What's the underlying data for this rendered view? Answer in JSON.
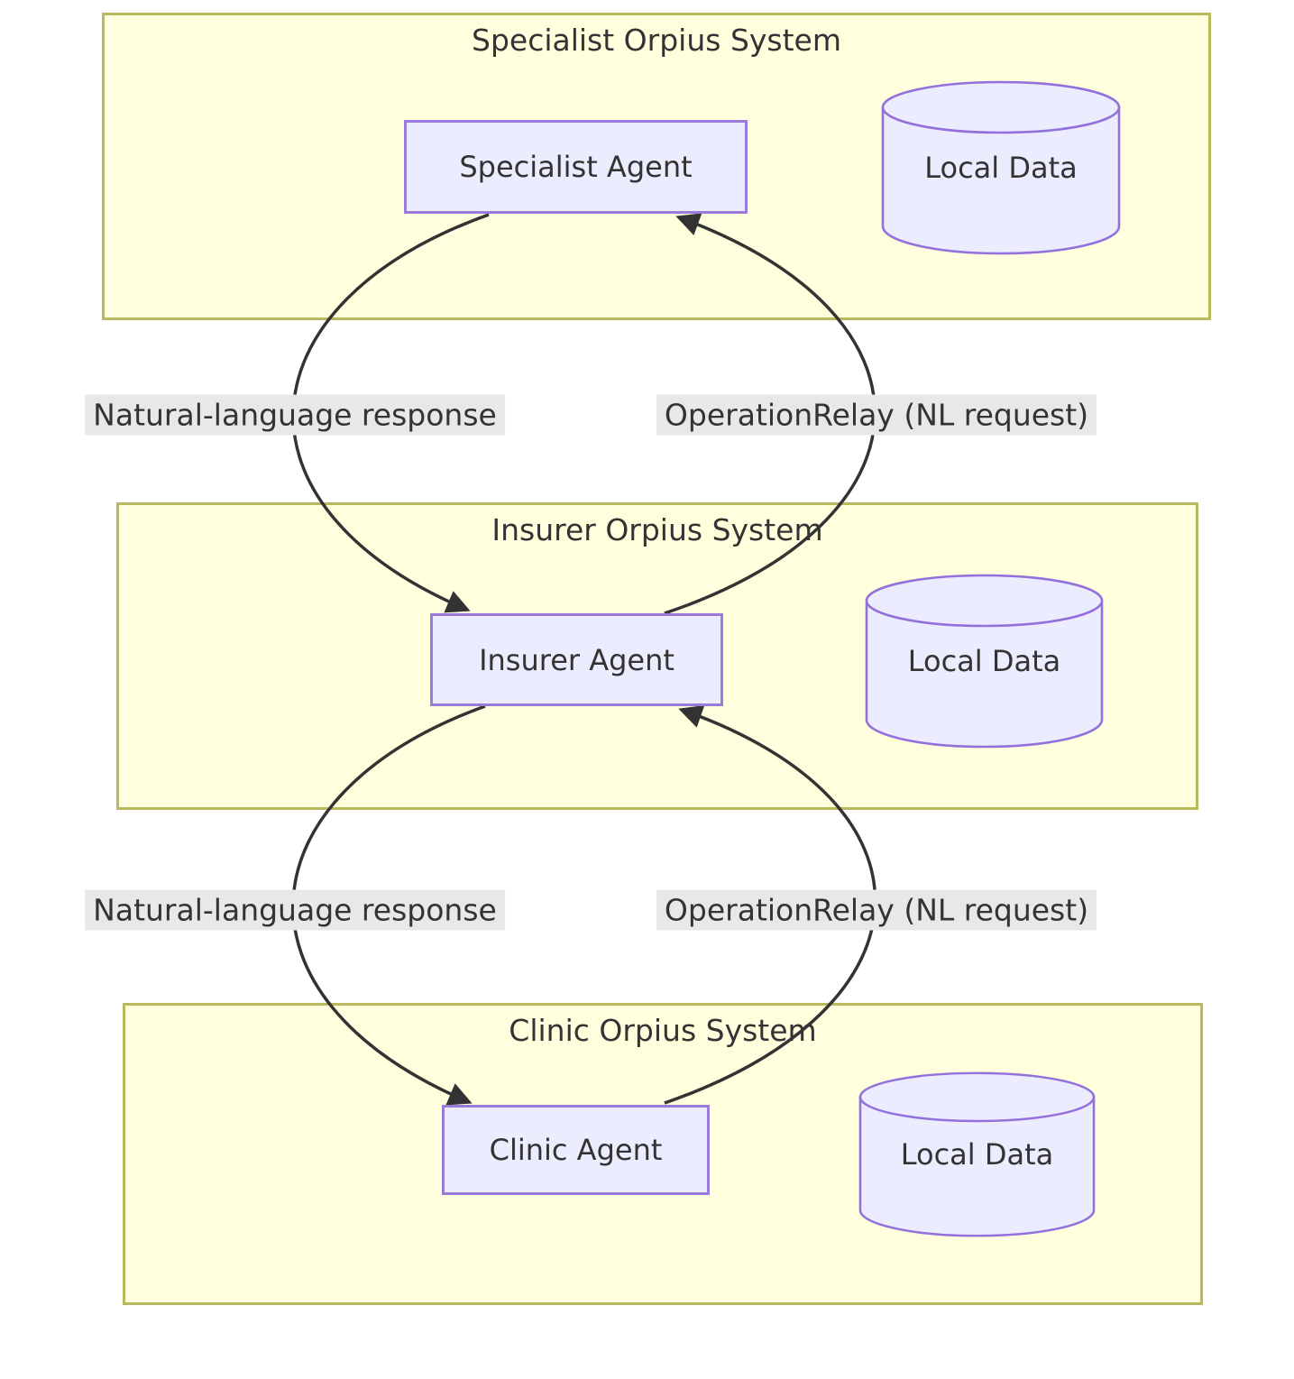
{
  "diagram": {
    "type": "flowchart",
    "systems": [
      {
        "id": "specialist",
        "title": "Specialist Orpius System",
        "agent_label": "Specialist Agent",
        "data_label": "Local Data"
      },
      {
        "id": "insurer",
        "title": "Insurer Orpius System",
        "agent_label": "Insurer Agent",
        "data_label": "Local Data"
      },
      {
        "id": "clinic",
        "title": "Clinic Orpius System",
        "agent_label": "Clinic Agent",
        "data_label": "Local Data"
      }
    ],
    "edges": [
      {
        "from": "Specialist Agent",
        "to": "Insurer Agent",
        "label": "Natural-language response"
      },
      {
        "from": "Insurer Agent",
        "to": "Specialist Agent",
        "label": "OperationRelay (NL request)"
      },
      {
        "from": "Insurer Agent",
        "to": "Clinic Agent",
        "label": "Natural-language response"
      },
      {
        "from": "Clinic Agent",
        "to": "Insurer Agent",
        "label": "OperationRelay (NL request)"
      }
    ],
    "colors": {
      "cluster_fill": "#ffffde",
      "cluster_border": "#b9b95d",
      "node_fill": "#ececff",
      "node_border": "#9370db",
      "edge_label_bg": "#e8e8e8",
      "edge_stroke": "#333333",
      "text": "#333333"
    }
  }
}
